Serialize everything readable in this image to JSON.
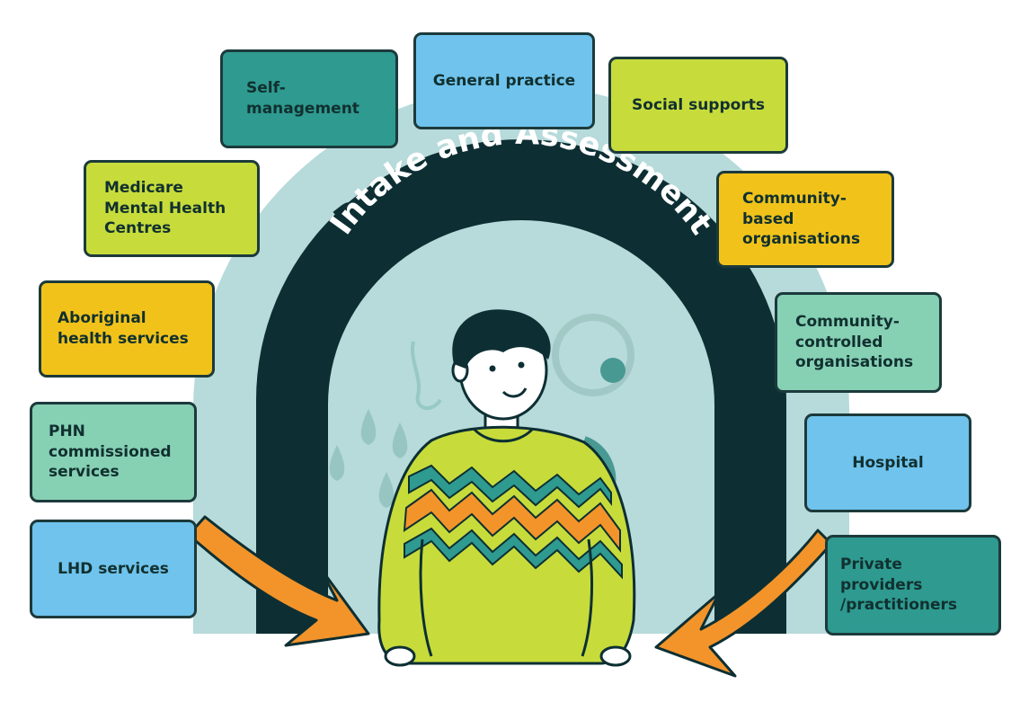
{
  "colors": {
    "dark": "#0d2f33",
    "arch_light": "#b7dadb",
    "arrow": "#f3942a",
    "teal": "#2e9a90",
    "blue": "#6fc3ec",
    "lime": "#c7dc3b",
    "gold": "#f1c31a",
    "mint": "#86d0b4",
    "sweater": "#c7dc3b"
  },
  "diagram": {
    "outer_title": "Referral service",
    "inner_title": "Intake and Assessment",
    "center_icon": "person-in-sweater",
    "arrows": [
      "arrow-left-in",
      "arrow-right-in"
    ]
  },
  "services": {
    "self_management": "Self-\nmanagement",
    "general_practice": "General practice",
    "social_supports": "Social supports",
    "medicare_mhc": "Medicare\nMental Health\nCentres",
    "community_based": "Community-\nbased\norganisations",
    "aboriginal_health": "Aboriginal\nhealth services",
    "community_controlled": "Community-\ncontrolled\norganisations",
    "phn_commissioned": "PHN\ncommissioned\nservices",
    "hospital": "Hospital",
    "lhd_services": "LHD services",
    "private_providers": "Private providers\n/practitioners"
  }
}
